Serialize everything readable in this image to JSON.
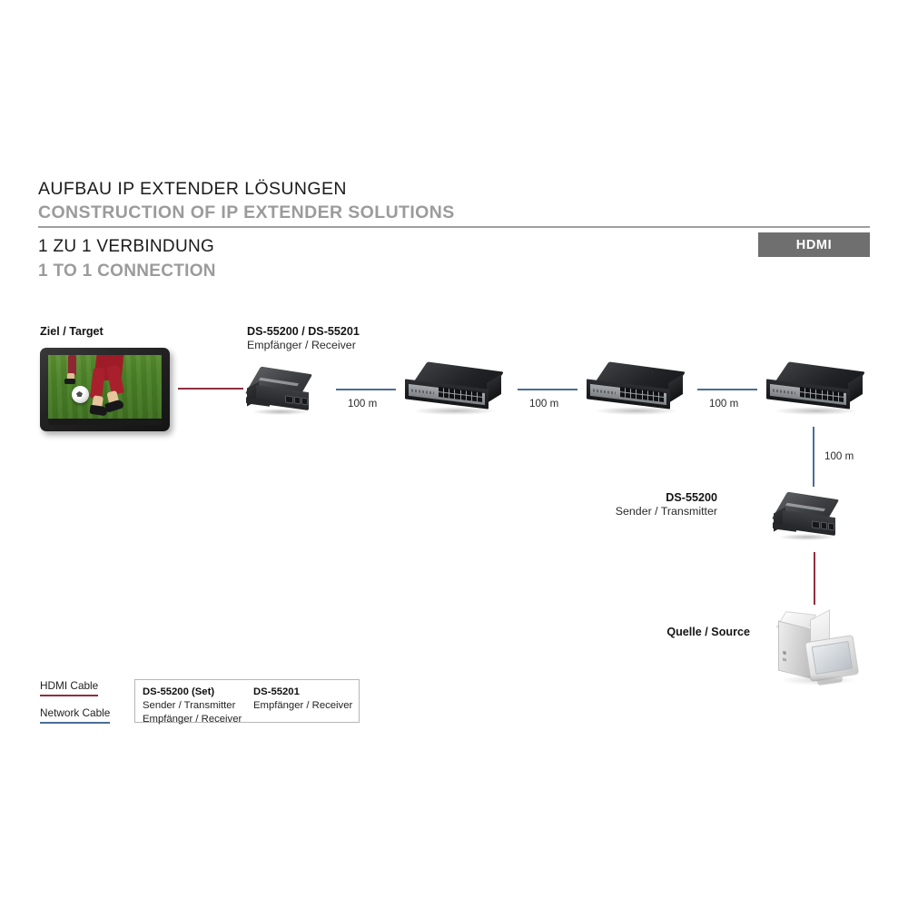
{
  "header": {
    "title_de": "AUFBAU IP EXTENDER LÖSUNGEN",
    "title_en": "CONSTRUCTION OF IP EXTENDER SOLUTIONS",
    "subtitle_de": "1 ZU 1 VERBINDUNG",
    "subtitle_en": "1 TO 1 CONNECTION",
    "badge": "HDMI"
  },
  "diagram": {
    "target": {
      "label": "Ziel / Target"
    },
    "receiver": {
      "model": "DS-55200 / DS-55201",
      "role": "Empfänger / Receiver"
    },
    "sender": {
      "model": "DS-55200",
      "role": "Sender / Transmitter"
    },
    "source": {
      "label": "Quelle / Source"
    },
    "distances": {
      "seg1": "100 m",
      "seg2": "100 m",
      "seg3": "100 m",
      "seg4": "100 m"
    }
  },
  "legend": {
    "hdmi_cable": "HDMI Cable",
    "network_cable": "Network Cable",
    "hdmi_color": "#8e2f3e",
    "network_color": "#4a6d96",
    "products": [
      {
        "model": "DS-55200 (Set)",
        "lines": [
          "Sender / Transmitter",
          "Empfänger / Receiver"
        ]
      },
      {
        "model": "DS-55201",
        "lines": [
          "Empfänger / Receiver"
        ]
      }
    ]
  }
}
